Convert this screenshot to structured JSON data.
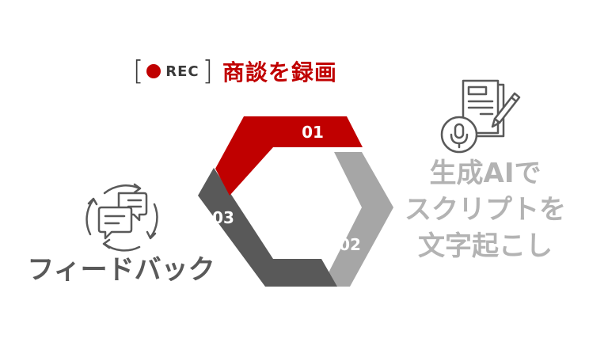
{
  "header": {
    "rec_label": "REC",
    "title": "商談を録画",
    "bracket_open": "[",
    "bracket_close": "]"
  },
  "steps": [
    {
      "number": "01",
      "color": "#c00000"
    },
    {
      "number": "02",
      "color": "#a6a6a6"
    },
    {
      "number": "03",
      "color": "#595959"
    }
  ],
  "step2_label": {
    "lines": [
      "生成AIで",
      "スクリプトを",
      "文字起こし"
    ]
  },
  "step3_label": {
    "text": "フィードバック"
  },
  "icons": {
    "rec": "record-dot-icon",
    "step2": "document-microphone-icon",
    "step3": "chat-cycle-icon"
  },
  "colors": {
    "accent": "#c00000",
    "dark_gray": "#595959",
    "light_gray": "#a6a6a6",
    "label_gray": "#b3b3b3"
  }
}
